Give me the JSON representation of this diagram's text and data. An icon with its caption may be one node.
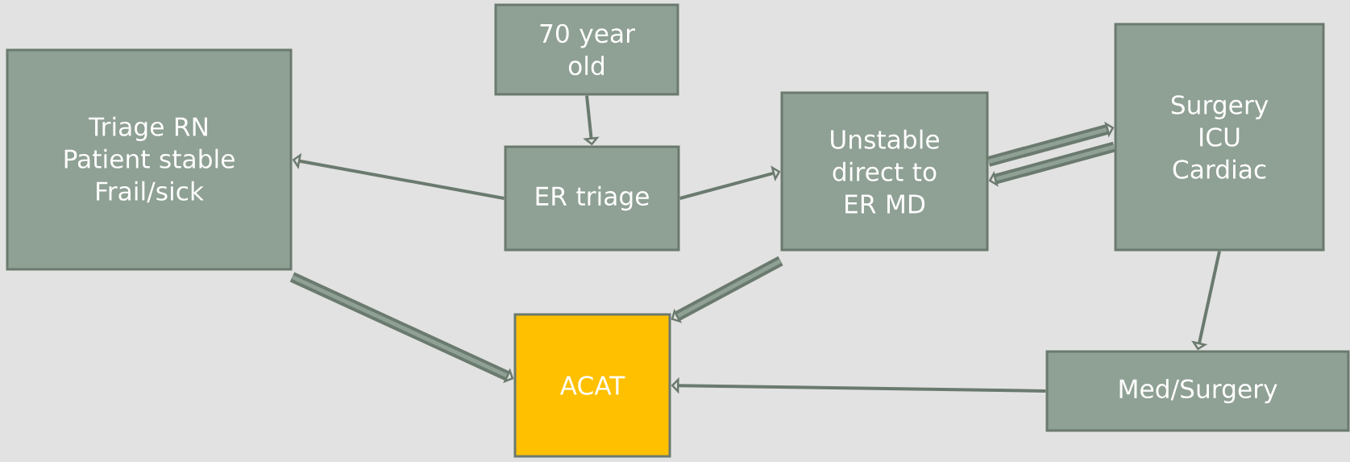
{
  "diagram": {
    "nodes": [
      {
        "text": [
          "Triage RN Patient stable Frail/sick"
        ]
      },
      {
        "text": [
          "70 year old"
        ]
      },
      {
        "text": [
          "ER triage"
        ]
      },
      {
        "text": [
          "Unstable direct to ER MD"
        ]
      },
      {
        "text": [
          "Surgery ICU Cardiac"
        ]
      },
      {
        "text": [
          "ACAT"
        ]
      },
      {
        "text": [
          "Med/Surgery"
        ]
      }
    ],
    "edges": [
      {
        "from": 1,
        "to": 2,
        "arrow": "to"
      },
      {
        "from": 2,
        "to": 0,
        "arrow": "to"
      },
      {
        "from": 2,
        "to": 3,
        "arrow": "to"
      },
      {
        "from": 3,
        "to": 4,
        "arrow": "to",
        "style": "thick"
      },
      {
        "from": 4,
        "to": 3,
        "arrow": "to",
        "style": "thick"
      },
      {
        "from": 4,
        "to": 6,
        "arrow": "to"
      },
      {
        "from": 6,
        "to": 5,
        "arrow": "to"
      },
      {
        "from": 0,
        "to": 5,
        "arrow": "to",
        "style": "thick"
      },
      {
        "from": 3,
        "to": 5,
        "arrow": "to",
        "style": "thick"
      }
    ]
  }
}
